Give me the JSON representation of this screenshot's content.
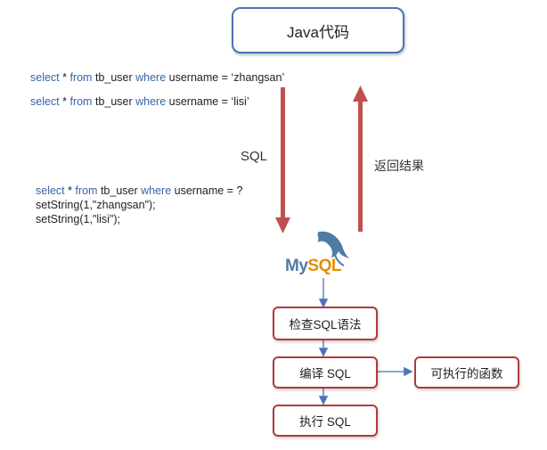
{
  "java_box": {
    "label": "Java代码"
  },
  "queries": {
    "q1": {
      "kw_select": "select",
      "star": " * ",
      "kw_from": "from",
      "table": " tb_user ",
      "kw_where": "where",
      "cond": " username = ‘zhangsan’"
    },
    "q2": {
      "kw_select": "select",
      "star": " * ",
      "kw_from": "from",
      "table": " tb_user ",
      "kw_where": "where",
      "cond": " username = ‘lisi’"
    }
  },
  "prepared": {
    "kw_select": "select",
    "star": " * ",
    "kw_from": "from",
    "table": " tb_user ",
    "kw_where": "where",
    "cond": " username = ?",
    "line2": "setString(1,\"zhangsan\");",
    "line3": "setString(1,\"lisi\");"
  },
  "arrows": {
    "down_label": "SQL",
    "up_label": "返回结果"
  },
  "mysql_logo": {
    "text_my": "My",
    "text_sql": "SQL"
  },
  "steps": [
    {
      "label": "检查SQL语法"
    },
    {
      "label": "编译 SQL"
    },
    {
      "label": "执行 SQL"
    }
  ],
  "side_box": {
    "label": "可执行的函数"
  },
  "colors": {
    "arrow_red": "#c0504d",
    "blue_line": "#4a74b5",
    "box_border_red": "#b23a3a",
    "keyword_blue": "#3a63a8"
  }
}
